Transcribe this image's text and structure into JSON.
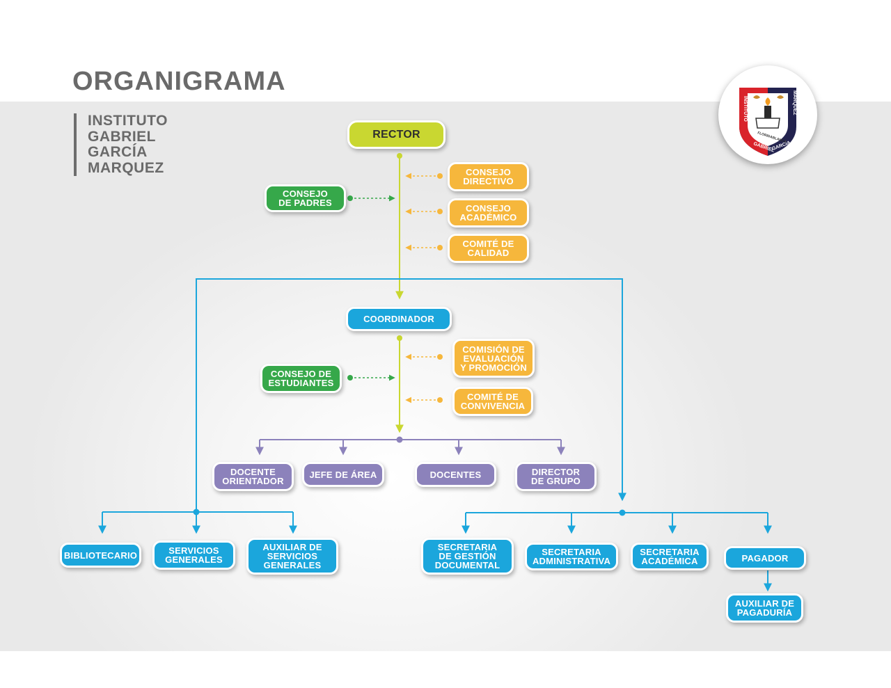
{
  "header": {
    "title": "ORGANIGRAMA",
    "institution_lines": [
      "INSTITUTO",
      "GABRIEL",
      "GARCÍA",
      "MARQUEZ"
    ]
  },
  "logo": {
    "left_text": "INSTITUTO",
    "bottom_left_text": "GABRIEL",
    "bottom_right_text": "GARCÍA",
    "right_text": "MARQUEZ",
    "inner_text": "FLORIDABLANCA"
  },
  "colors": {
    "rector": "#c9d731",
    "councils": "#f6b73c",
    "community": "#36a84a",
    "administrative": "#1ba6dc",
    "academic": "#8c82bb"
  },
  "nodes": {
    "rector": "RECTOR",
    "consejo_directivo": "CONSEJO\nDIRECTIVO",
    "consejo_academico": "CONSEJO\nACADÉMICO",
    "comite_calidad": "COMITÉ DE\nCALIDAD",
    "consejo_padres": "CONSEJO\nDE PADRES",
    "coordinador": "COORDINADOR",
    "comision_evaluacion": "COMISIÓN DE\nEVALUACIÓN\nY PROMOCIÓN",
    "comite_convivencia": "COMITÉ DE\nCONVIVENCIA",
    "consejo_estudiantes": "CONSEJO DE\nESTUDIANTES",
    "docente_orientador": "DOCENTE\nORIENTADOR",
    "jefe_area": "JEFE DE ÁREA",
    "docentes": "DOCENTES",
    "director_grupo": "DIRECTOR\nDE GRUPO",
    "bibliotecario": "BIBLIOTECARIO",
    "servicios_generales": "SERVICIOS\nGENERALES",
    "auxiliar_servicios": "AUXILIAR DE\nSERVICIOS\nGENERALES",
    "secretaria_gestion": "SECRETARIA\nDE GESTIÓN\nDOCUMENTAL",
    "secretaria_administrativa": "SECRETARIA\nADMINISTRATIVA",
    "secretaria_academica": "SECRETARIA\nACADÉMICA",
    "pagador": "PAGADOR",
    "auxiliar_pagaduria": "AUXILIAR DE\nPAGADURÍA"
  }
}
